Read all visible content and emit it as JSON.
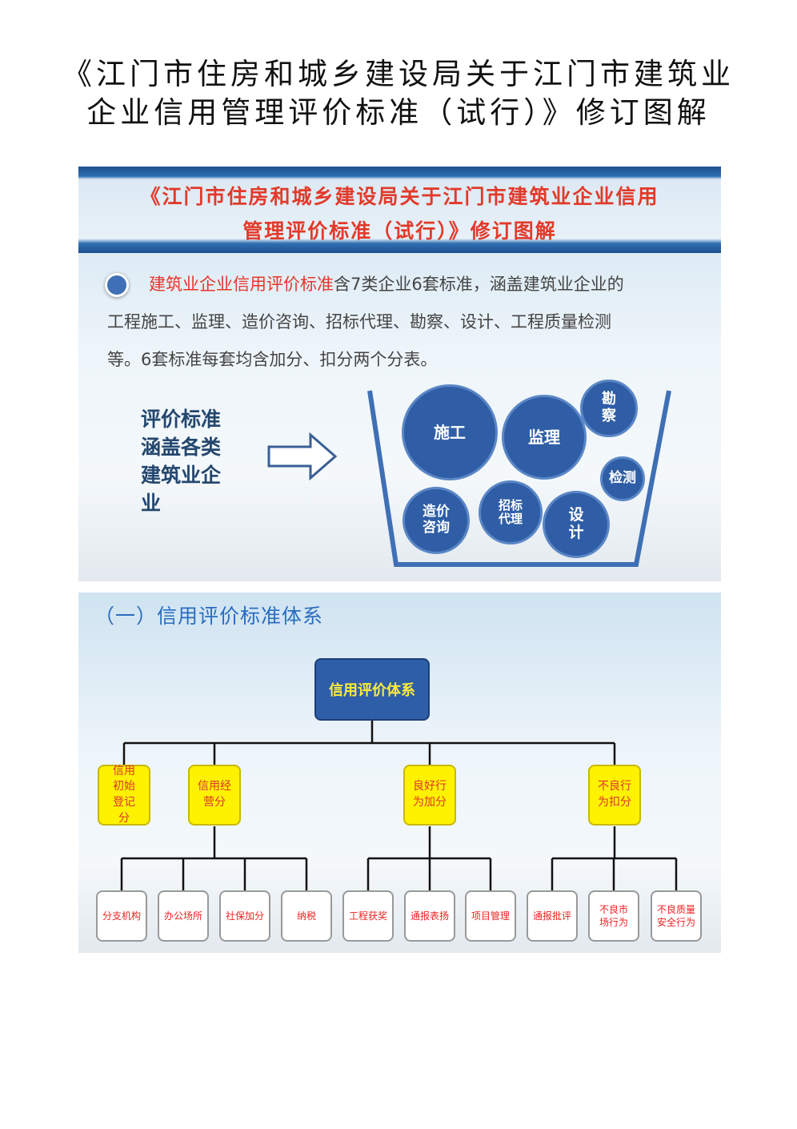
{
  "document": {
    "title_line1": "《江门市住房和城乡建设局关于江门市建筑业",
    "title_line2": "企业信用管理评价标准（试行）》修订图解"
  },
  "banner": {
    "line1": "《江门市住房和城乡建设局关于江门市建筑业企业信用",
    "line2": "管理评价标准（试行）》修订图解"
  },
  "intro": {
    "highlight": "建筑业企业信用评价标准",
    "text1": "含7类企业6套标准，涵盖建筑业企业的",
    "line2": "工程施工、监理、造价咨询、招标代理、勘察、设计、工程质量检测",
    "line3": "等。6套标准每套均含加分、扣分两个分表。"
  },
  "side_text": "评价标准涵盖各类建筑业企业",
  "bucket": {
    "items": [
      "施工",
      "监理",
      "勘察",
      "检测",
      "造价咨询",
      "招标代理",
      "设计"
    ]
  },
  "section": {
    "title": "（一）信用评价标准体系"
  },
  "org": {
    "root": "信用评价体系",
    "level2": [
      "信用初始登记分",
      "信用经营分",
      "良好行为加分",
      "不良行为扣分"
    ],
    "level3": [
      "分支机构",
      "办公场所",
      "社保加分",
      "纳税",
      "工程获奖",
      "通报表扬",
      "项目管理",
      "通报批评",
      "不良市场行为",
      "不良质量安全行为"
    ]
  },
  "colors": {
    "accent": "#2e5ea8",
    "highlight": "#e8352a",
    "yellow": "#fff200"
  }
}
